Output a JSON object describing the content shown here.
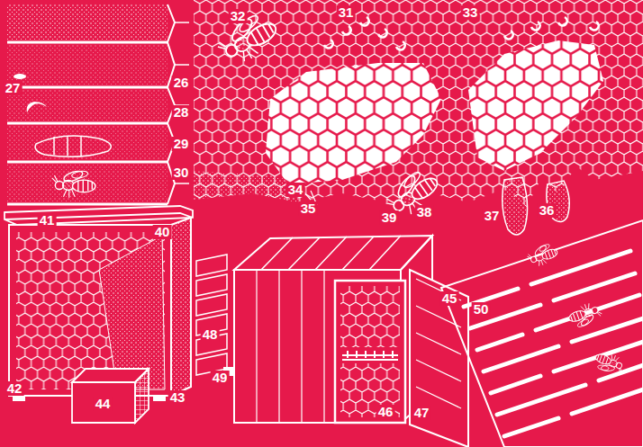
{
  "diagram": {
    "labels": [
      "27",
      "26",
      "28",
      "29",
      "30",
      "32",
      "31",
      "33",
      "34",
      "35",
      "39",
      "38",
      "37",
      "36",
      "41",
      "40",
      "42",
      "44",
      "43",
      "48",
      "49",
      "45",
      "50",
      "46",
      "47"
    ]
  }
}
